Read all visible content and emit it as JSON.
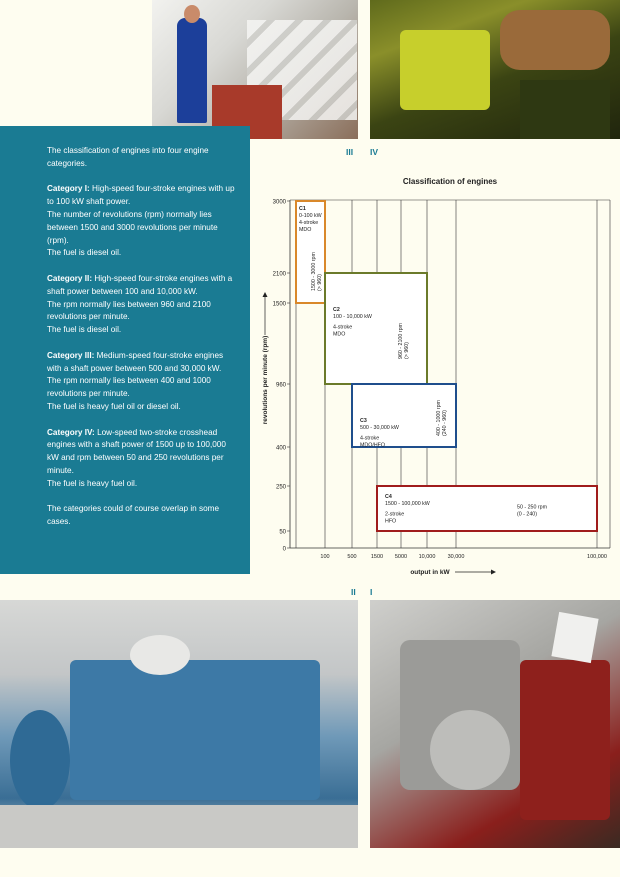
{
  "roman_top": [
    "III",
    "IV"
  ],
  "roman_bottom": [
    "II",
    "I"
  ],
  "text": {
    "intro": "The classification of engines into four engine categories.",
    "cat1_head": "Category I:",
    "cat1_body": "High-speed four-stroke engines with up to 100 kW shaft power.",
    "cat1_rpm": "The number of revolutions (rpm) normally lies between 1500 and 3000 revolutions per minute (rpm).",
    "cat1_fuel": "The fuel is diesel oil.",
    "cat2_head": "Category II:",
    "cat2_body": "High-speed four-stroke engines with a shaft power between 100 and 10,000 kW.",
    "cat2_rpm": "The rpm normally lies between 960 and 2100 revolutions per minute.",
    "cat2_fuel": "The fuel is diesel oil.",
    "cat3_head": "Category III:",
    "cat3_body": "Medium-speed four-stroke engines with a shaft power between 500 and 30,000 kW.",
    "cat3_rpm": "The rpm normally lies between 400 and 1000 revolutions per minute.",
    "cat3_fuel": "The fuel is heavy fuel oil or diesel oil.",
    "cat4_head": "Category IV:",
    "cat4_body": "Low-speed two-stroke crosshead engines with a shaft power of 1500 up to 100,000 kW and rpm between 50 and 250 revolutions per minute.",
    "cat4_fuel": "The fuel is heavy fuel oil.",
    "outro": "The categories could of course overlap in some cases."
  },
  "chart_data": {
    "type": "diagram",
    "title": "Classification of engines",
    "xlabel": "output in kW",
    "ylabel": "revolutions per minute (rpm)",
    "x_ticks": [
      "100",
      "500",
      "1500",
      "5000",
      "10,000",
      "30,000",
      "100,000"
    ],
    "y_ticks": [
      "3000",
      "2100",
      "1500",
      "960",
      "400",
      "250",
      "50",
      "0"
    ],
    "categories": [
      {
        "id": "C1",
        "line1": "0-100 kW",
        "line2": "4-stroke",
        "line3": "MDO",
        "rpm_line1": "1500 - 3000 rpm",
        "rpm_line2": "(> 960)",
        "color": "#d9882a",
        "x_from": 0,
        "x_to": 100,
        "y_from": 1500,
        "y_to": 3000
      },
      {
        "id": "C2",
        "line1": "100 - 10,000 kW",
        "line2": "4-stroke",
        "line3": "MDO",
        "rpm_line1": "960 - 2100 rpm",
        "rpm_line2": "(> 960)",
        "color": "#6b7a2a",
        "x_from": 100,
        "x_to": 10000,
        "y_from": 960,
        "y_to": 2100
      },
      {
        "id": "C3",
        "line1": "500 - 30,000 kW",
        "line2": "4-stroke",
        "line3": "MDO/HFO",
        "rpm_line1": "400 - 1000 rpm",
        "rpm_line2": "(240 - 960)",
        "color": "#1f4e8c",
        "x_from": 500,
        "x_to": 30000,
        "y_from": 400,
        "y_to": 960
      },
      {
        "id": "C4",
        "line1": "1500 - 100,000 kW",
        "line2": "2-stroke",
        "line3": "HFO",
        "rpm_line1": "50 - 250 rpm",
        "rpm_line2": "(0 - 240)",
        "color": "#a01c1c",
        "x_from": 1500,
        "x_to": 100000,
        "y_from": 50,
        "y_to": 250
      }
    ]
  }
}
